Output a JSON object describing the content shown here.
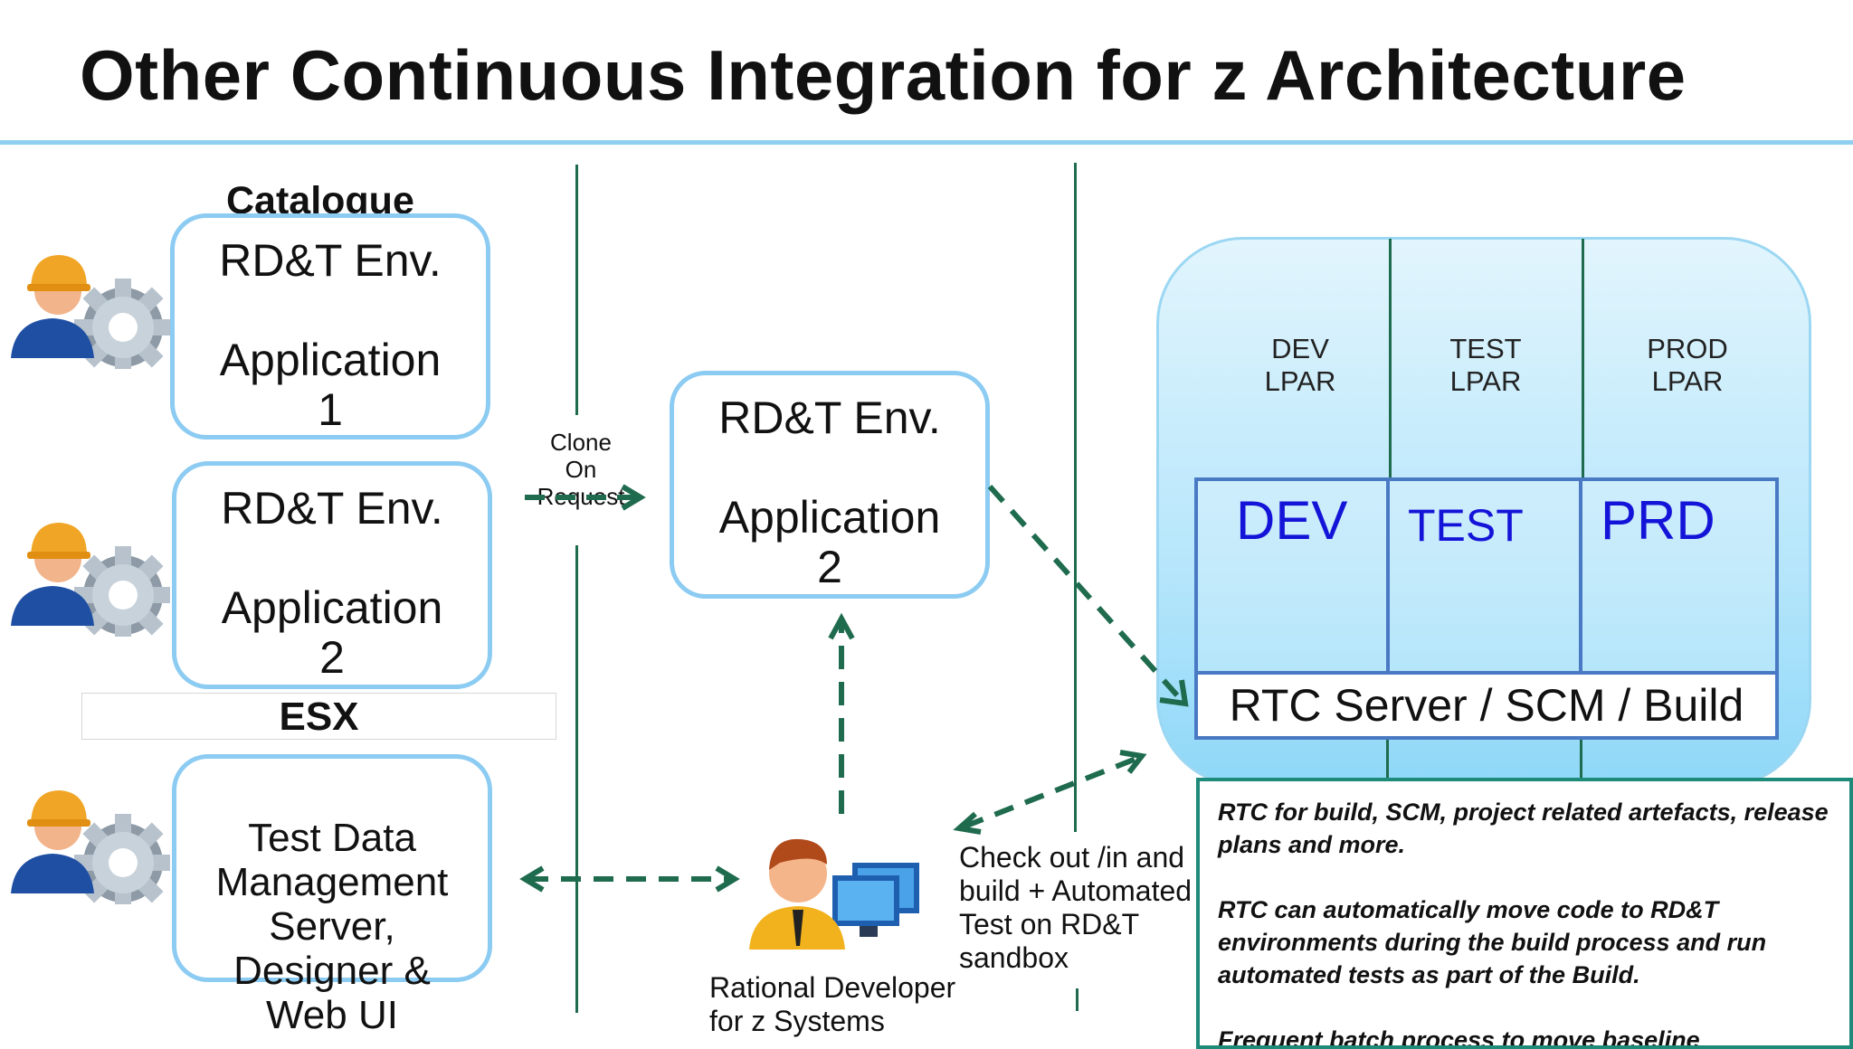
{
  "title": "Other Continuous Integration for z Architecture",
  "catalogue_label": "Catalogue",
  "boxes": {
    "app1": {
      "line1": "RD&T Env.",
      "line2": "Application",
      "line3": "1"
    },
    "app2_left": {
      "line1": "RD&T Env.",
      "line2": "Application",
      "line3": "2"
    },
    "app2_center": {
      "line1": "RD&T Env.",
      "line2": "Application",
      "line3": "2"
    },
    "tdm": {
      "line1": "Test Data",
      "line2": "Management",
      "line3": "Server,",
      "line4": "Designer &",
      "line5": "Web UI"
    }
  },
  "esx_label": "ESX",
  "clone_label": {
    "line1": "Clone",
    "line2": "On",
    "line3": "Request"
  },
  "developer": {
    "line1": "Rational Developer",
    "line2": "for z Systems"
  },
  "checkout_label": {
    "line1": "Check out /in and",
    "line2": "build + Automated",
    "line3": "Test on RD&T",
    "line4": "sandbox"
  },
  "lpars": [
    {
      "line1": "DEV",
      "line2": "LPAR"
    },
    {
      "line1": "TEST",
      "line2": "LPAR"
    },
    {
      "line1": "PROD",
      "line2": "LPAR"
    }
  ],
  "environments": [
    "DEV",
    "TEST",
    "PRD"
  ],
  "rtc_label": "RTC Server / SCM / Build",
  "notes": [
    "RTC for build, SCM,  project  related artefacts, release plans and more.",
    "RTC can automatically move code  to RD&T environments during the build process and run automated tests as part of the Build.",
    "Frequent batch process to move  baseline"
  ],
  "colors": {
    "box_border": "#8ccbf2",
    "arrow": "#1f6b4e",
    "env_text": "#1414d8",
    "rule": "#8fd0f0"
  },
  "icons": [
    "worker-gear-icon",
    "worker-gear-icon",
    "worker-gear-icon",
    "developer-workstation-icon"
  ]
}
